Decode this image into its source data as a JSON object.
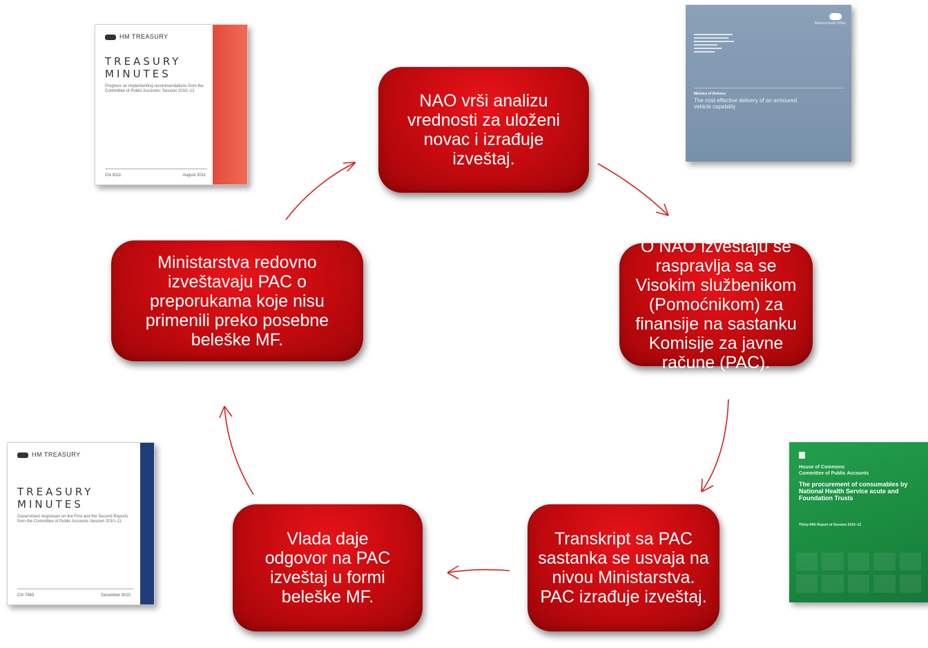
{
  "cycle": {
    "nodes": [
      {
        "id": "nao-analysis",
        "text": "NAO vrši analizu vrednosti za uloženi novac i izrađuje izveštaj."
      },
      {
        "id": "pac-discussion",
        "text": "O NAO izveštaju se raspravlja sa se Visokim službenikom (Pomoćnikom) za finansije na sastanku Komisije za javne račune (PAC)."
      },
      {
        "id": "transcript",
        "text": "Transkript sa PAC sastanka se usvaja na nivou Ministarstva. PAC izrađuje izveštaj."
      },
      {
        "id": "government-response",
        "text": "Vlada daje odgovor na PAC izveštaj u formi beleške MF."
      },
      {
        "id": "ministries-report",
        "text": "Ministarstva redovno izveštavaju PAC o preporukama koje nisu primenili preko posebne beleške MF."
      }
    ]
  },
  "covers": {
    "treasury_top": {
      "crest": "HM TREASURY",
      "title_line1": "TREASURY",
      "title_line2": "MINUTES",
      "subtitle": "Progress on implementing recommendations from the Committee of Public Accounts: Session 2010–12",
      "cm": "Cm 8111",
      "date": "August 2011"
    },
    "treasury_bottom": {
      "crest": "HM TREASURY",
      "title_line1": "TREASURY",
      "title_line2": "MINUTES",
      "subtitle": "Government responses on the First and the Second Reports from the Committee of Public Accounts Session 2010–11",
      "cm": "Cm 7943",
      "date": "December 2010"
    },
    "nao": {
      "logo_text": "National Audit Office",
      "ministry": "Ministry of Defence",
      "title": "The cost-effective delivery of an armoured vehicle capability"
    },
    "pac": {
      "house": "House of Commons",
      "committee": "Committee of Public Accounts",
      "title": "The procurement of consumables by National Health Service acute and Foundation Trusts",
      "report": "Thirty-fifth Report of Session 2010–12"
    }
  },
  "colors": {
    "node_fill": "#c90b10",
    "arrow": "#d42020",
    "node_text": "#ffffff"
  }
}
